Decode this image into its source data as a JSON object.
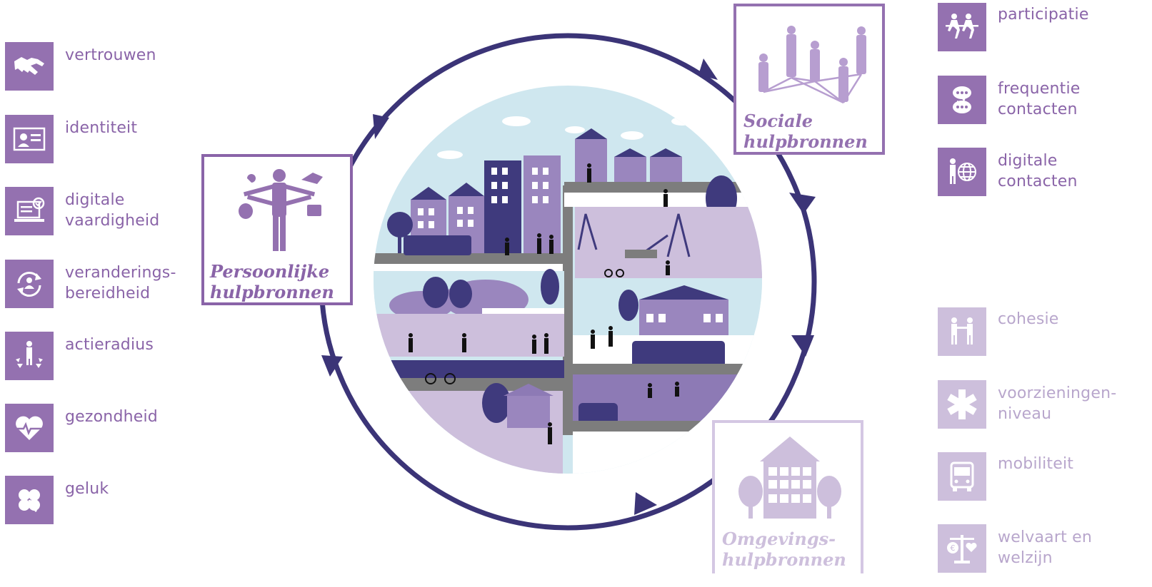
{
  "colors": {
    "accent_dark": "#9471b0",
    "accent_light": "#cdbfdc",
    "cycle_arrow": "#3b3477",
    "navy": "#3f3a7d",
    "sky": "#cfe7ef",
    "lavender": "#cdbfdc"
  },
  "personal_resources": {
    "title": "Persoonlijke\nhulpbronnen",
    "icon": "multitasking-person-icon",
    "items": [
      {
        "label": "vertrouwen",
        "icon": "handshake-icon"
      },
      {
        "label": "identiteit",
        "icon": "id-card-icon"
      },
      {
        "label": "digitale\nvaardigheid",
        "icon": "laptop-check-icon"
      },
      {
        "label": "veranderings-\nbereidheid",
        "icon": "person-cycle-icon"
      },
      {
        "label": "actieradius",
        "icon": "person-radius-icon"
      },
      {
        "label": "gezondheid",
        "icon": "heart-pulse-icon"
      },
      {
        "label": "geluk",
        "icon": "clover-icon"
      }
    ]
  },
  "social_resources": {
    "title": "Sociale\nhulpbronnen",
    "icon": "people-network-icon",
    "items": [
      {
        "label": "participatie",
        "icon": "tug-of-war-icon"
      },
      {
        "label": "frequentie\ncontacten",
        "icon": "chat-bubbles-icon"
      },
      {
        "label": "digitale\ncontacten",
        "icon": "person-globe-icon"
      }
    ]
  },
  "environmental_resources": {
    "title": "Omgevings-\nhulpbronnen",
    "icon": "house-trees-icon",
    "items": [
      {
        "label": "cohesie",
        "icon": "people-holding-hands-icon"
      },
      {
        "label": "voorzieningen-\nniveau",
        "icon": "medical-star-icon"
      },
      {
        "label": "mobiliteit",
        "icon": "bus-icon"
      },
      {
        "label": "welvaart en\nwelzijn",
        "icon": "balance-scale-icon"
      }
    ]
  },
  "center": {
    "icon": "city-neighbourhood-illustration"
  }
}
